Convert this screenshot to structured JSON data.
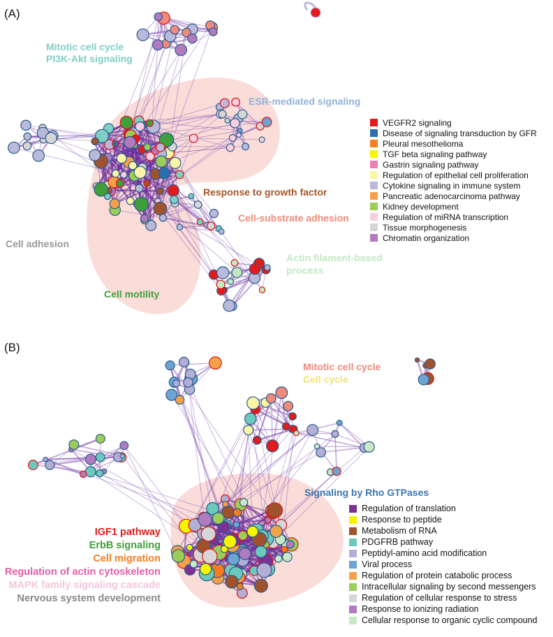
{
  "panel_a": {
    "letter": "(A)",
    "labels": [
      {
        "text": "Mitotic cell cycle",
        "color": "#7fcfc4"
      },
      {
        "text": "PI3K-Akt signaling",
        "color": "#7fcfc4"
      },
      {
        "text": "ESR-mediated signaling",
        "color": "#8fb3d9"
      },
      {
        "text": "Response to growth factor",
        "color": "#a85424"
      },
      {
        "text": "Cell-substrate adhesion",
        "color": "#f08a7a"
      },
      {
        "text": "Cell adhesion",
        "color": "#9a9a9a"
      },
      {
        "text": "Actin filament-based",
        "color": "#c4e8c2"
      },
      {
        "text": "process",
        "color": "#c4e8c2"
      },
      {
        "text": "Cell motility",
        "color": "#3f9f3a"
      }
    ],
    "legend": [
      {
        "label": "VEGFR2 signaling",
        "color": "#e31a1c"
      },
      {
        "label": "Disease of signaling transduction by GFR",
        "color": "#2b6fae"
      },
      {
        "label": "Pleural mesothelioma",
        "color": "#f57c1f"
      },
      {
        "label": "TGF beta signaling pathway",
        "color": "#f5f500"
      },
      {
        "label": "Gastrin signaling pathway",
        "color": "#ee7fb3"
      },
      {
        "label": "Regulation of epithelial cell proliferation",
        "color": "#fbf6a6"
      },
      {
        "label": "Cytokine signaling in immune system",
        "color": "#b9b9dc"
      },
      {
        "label": "Pancreatic adenocarcinoma pathway",
        "color": "#f4a24a"
      },
      {
        "label": "Kidney development",
        "color": "#9ccc5a"
      },
      {
        "label": "Regulation of miRNA transcription",
        "color": "#f7cfe0"
      },
      {
        "label": "Tissue morphogenesis",
        "color": "#d6d6d6"
      },
      {
        "label": "Chromatin organization",
        "color": "#b27bbf"
      }
    ]
  },
  "panel_b": {
    "letter": "(B)",
    "labels": [
      {
        "text": "Mitotic cell cycle",
        "color": "#f08a7a"
      },
      {
        "text": "Cell cycle",
        "color": "#f2e27a"
      },
      {
        "text": "Signaling by Rho GTPases",
        "color": "#3a76b0"
      }
    ],
    "left_labels": [
      {
        "text": "IGF1 pathway",
        "color": "#e01b1b"
      },
      {
        "text": "ErbB signaling",
        "color": "#3f9f3a"
      },
      {
        "text": "Cell migration",
        "color": "#f57c1f"
      },
      {
        "text": "Regulation of actin cytoskeleton",
        "color": "#e65fa6"
      },
      {
        "text": "MAPK family signaling cascade",
        "color": "#f7c6dd"
      },
      {
        "text": "Nervous system development",
        "color": "#8a8a8a"
      }
    ],
    "legend": [
      {
        "label": "Regulation of translation",
        "color": "#7b3294"
      },
      {
        "label": "Response to peptide",
        "color": "#f5f500"
      },
      {
        "label": "Metabolism of RNA",
        "color": "#a0522d"
      },
      {
        "label": "PDGFRB pathway",
        "color": "#6cc9bd"
      },
      {
        "label": "Peptidyl-amino acid modification",
        "color": "#b3aed6"
      },
      {
        "label": "Viral process",
        "color": "#6da4d1"
      },
      {
        "label": "Regulation of protein catabolic process",
        "color": "#f4a24a"
      },
      {
        "label": "Intracellular signaling by second messengers",
        "color": "#9ccc5a"
      },
      {
        "label": "Regulation of cellular response to stress",
        "color": "#d6d6d6"
      },
      {
        "label": "Response to ionizing radiation",
        "color": "#b27bbf"
      },
      {
        "label": "Cellular response to organic cyclic compound",
        "color": "#c9e8c5"
      }
    ]
  }
}
